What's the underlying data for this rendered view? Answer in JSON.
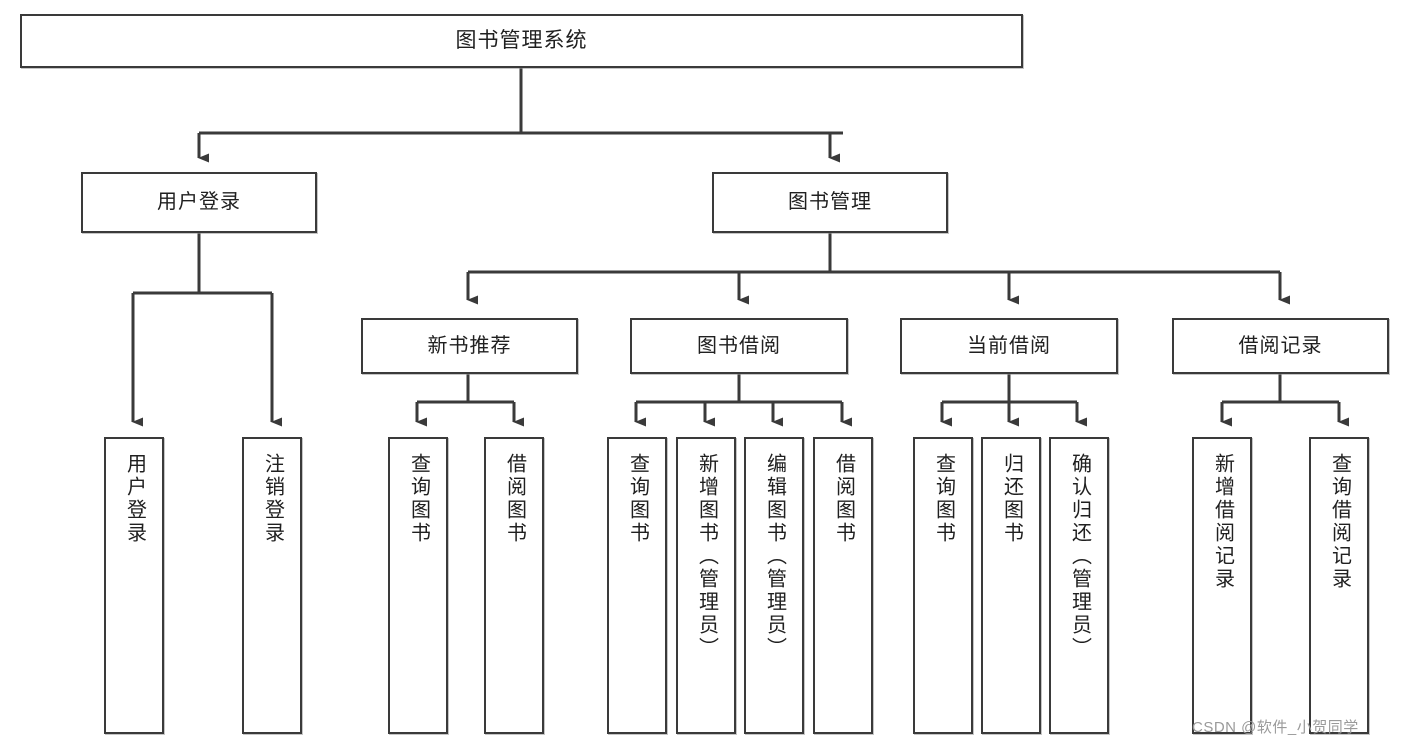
{
  "diagram": {
    "title": "图书管理系统",
    "type": "tree",
    "orientation": "top-down",
    "colors": {
      "background": "#ffffff",
      "node_border": "#3a3a3a",
      "node_fill": "#ffffff",
      "edge": "#3a3a3a",
      "text": "#202020",
      "watermark": "#9a9a9a"
    },
    "root": {
      "label": "图书管理系统"
    },
    "level2": [
      {
        "label": "用户登录"
      },
      {
        "label": "图书管理"
      }
    ],
    "level3": [
      {
        "label": "新书推荐"
      },
      {
        "label": "图书借阅"
      },
      {
        "label": "当前借阅"
      },
      {
        "label": "借阅记录"
      }
    ],
    "leaves": {
      "user_login": [
        {
          "label": "用户登录"
        },
        {
          "label": "注销登录"
        }
      ],
      "new_book_recommend": [
        {
          "label": "查询图书"
        },
        {
          "label": "借阅图书"
        }
      ],
      "book_borrow": [
        {
          "label": "查询图书"
        },
        {
          "label": "新增图书（管理员）"
        },
        {
          "label": "编辑图书（管理员）"
        },
        {
          "label": "借阅图书"
        }
      ],
      "current_borrow": [
        {
          "label": "查询图书"
        },
        {
          "label": "归还图书"
        },
        {
          "label": "确认归还（管理员）"
        }
      ],
      "borrow_record": [
        {
          "label": "新增借阅记录"
        },
        {
          "label": "查询借阅记录"
        }
      ]
    }
  },
  "watermark": {
    "text": "CSDN @软件_小贺同学"
  }
}
